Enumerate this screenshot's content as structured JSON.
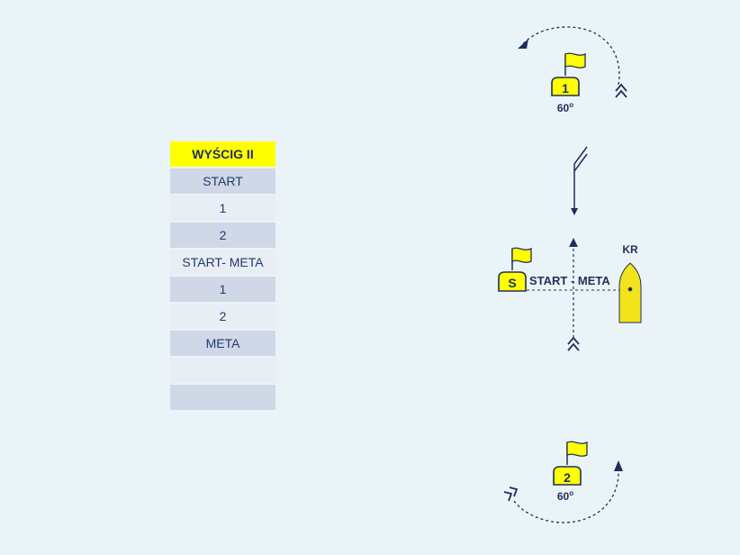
{
  "table": {
    "header": "WYŚCIG II",
    "rows": [
      "START",
      "1",
      "2",
      "START- META",
      "1",
      "2",
      "META",
      "",
      ""
    ]
  },
  "diagram": {
    "mark1": {
      "label": "1",
      "angle": "60",
      "degree_symbol": "o"
    },
    "mark2": {
      "label": "2",
      "angle": "60",
      "degree_symbol": "o"
    },
    "start_mark": {
      "label": "S"
    },
    "line_label": "START - META",
    "committee_boat": {
      "label": "KR"
    },
    "colors": {
      "mark_fill": "#ffff00",
      "line": "#1f2f5a",
      "boat": "#f0e020"
    }
  }
}
